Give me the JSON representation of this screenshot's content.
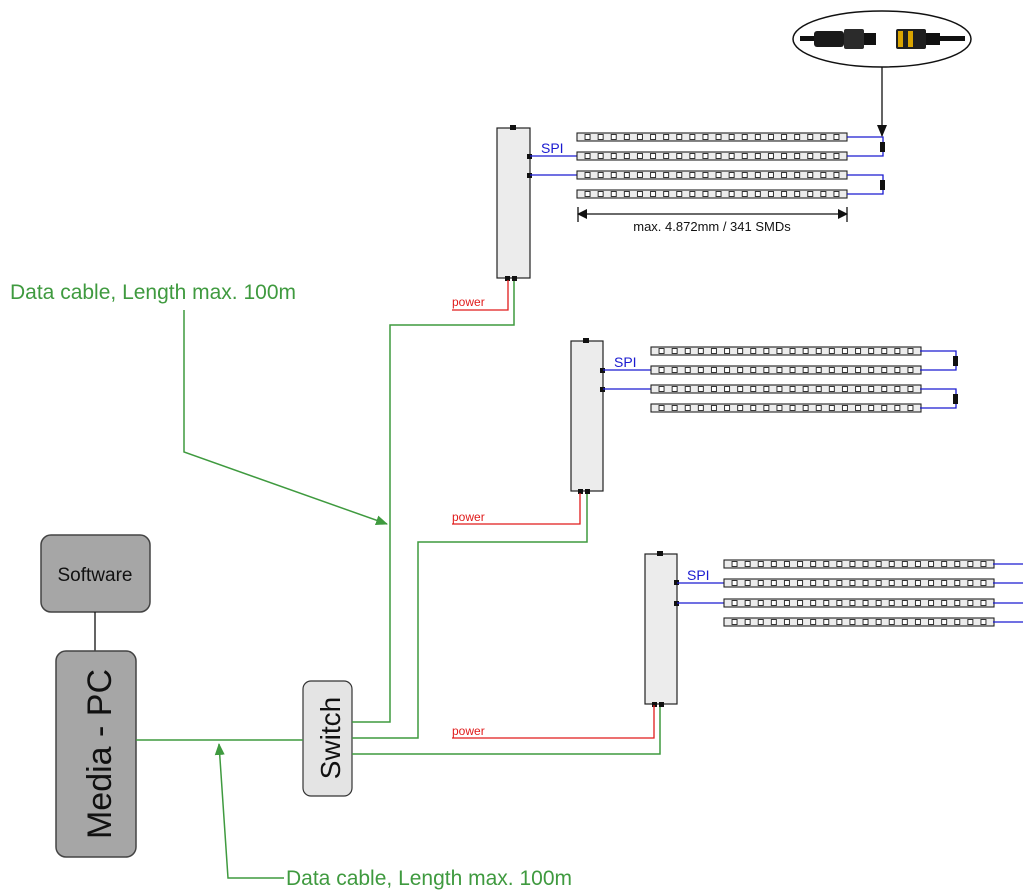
{
  "blocks": {
    "software": "Software",
    "media_pc": "Media - PC",
    "switch": "Switch"
  },
  "labels": {
    "data_cable_top": "Data cable, Length max. 100m",
    "data_cable_bottom": "Data cable, Length max. 100m",
    "dimension": "max. 4.872mm / 341 SMDs",
    "spi": "SPI",
    "power": "power"
  },
  "colors": {
    "data_cable": "#3f9a3f",
    "spi_line": "#1a1ad0",
    "power_line": "#e01b1b",
    "block_fill": "#a6a6a6"
  },
  "icons": {
    "connector": "connector-plug-icon"
  }
}
